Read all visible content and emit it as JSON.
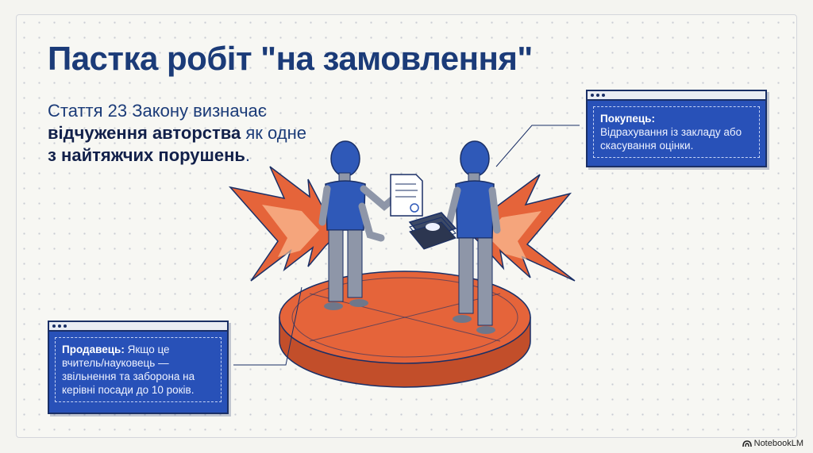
{
  "title": "Пастка робіт \"на замовлення\"",
  "subtitle": {
    "line1": "Стаття 23 Закону визначає",
    "bold1": "відчуження авторства",
    "mid": " як одне",
    "bold2": "з найтяжчих порушень",
    "end": "."
  },
  "buyer_card": {
    "heading": "Покупець:",
    "text": "Відрахування із закладу або скасування оцінки."
  },
  "seller_card": {
    "heading": "Продавець:",
    "text": " Якщо це вчитель/науковець — звільнення та заборона на керівні посади до 10 років."
  },
  "brand": "NotebookLM",
  "colors": {
    "title": "#1b3b78",
    "figure_blue": "#2f59b8",
    "figure_gray": "#8e96a8",
    "platform_orange": "#e5643a",
    "card_blue": "#2851b8",
    "background": "#f7f7f3"
  },
  "icons": [
    "document-icon",
    "money-stack-icon",
    "explosion-left-icon",
    "explosion-right-icon",
    "notebooklm-logo-icon"
  ]
}
